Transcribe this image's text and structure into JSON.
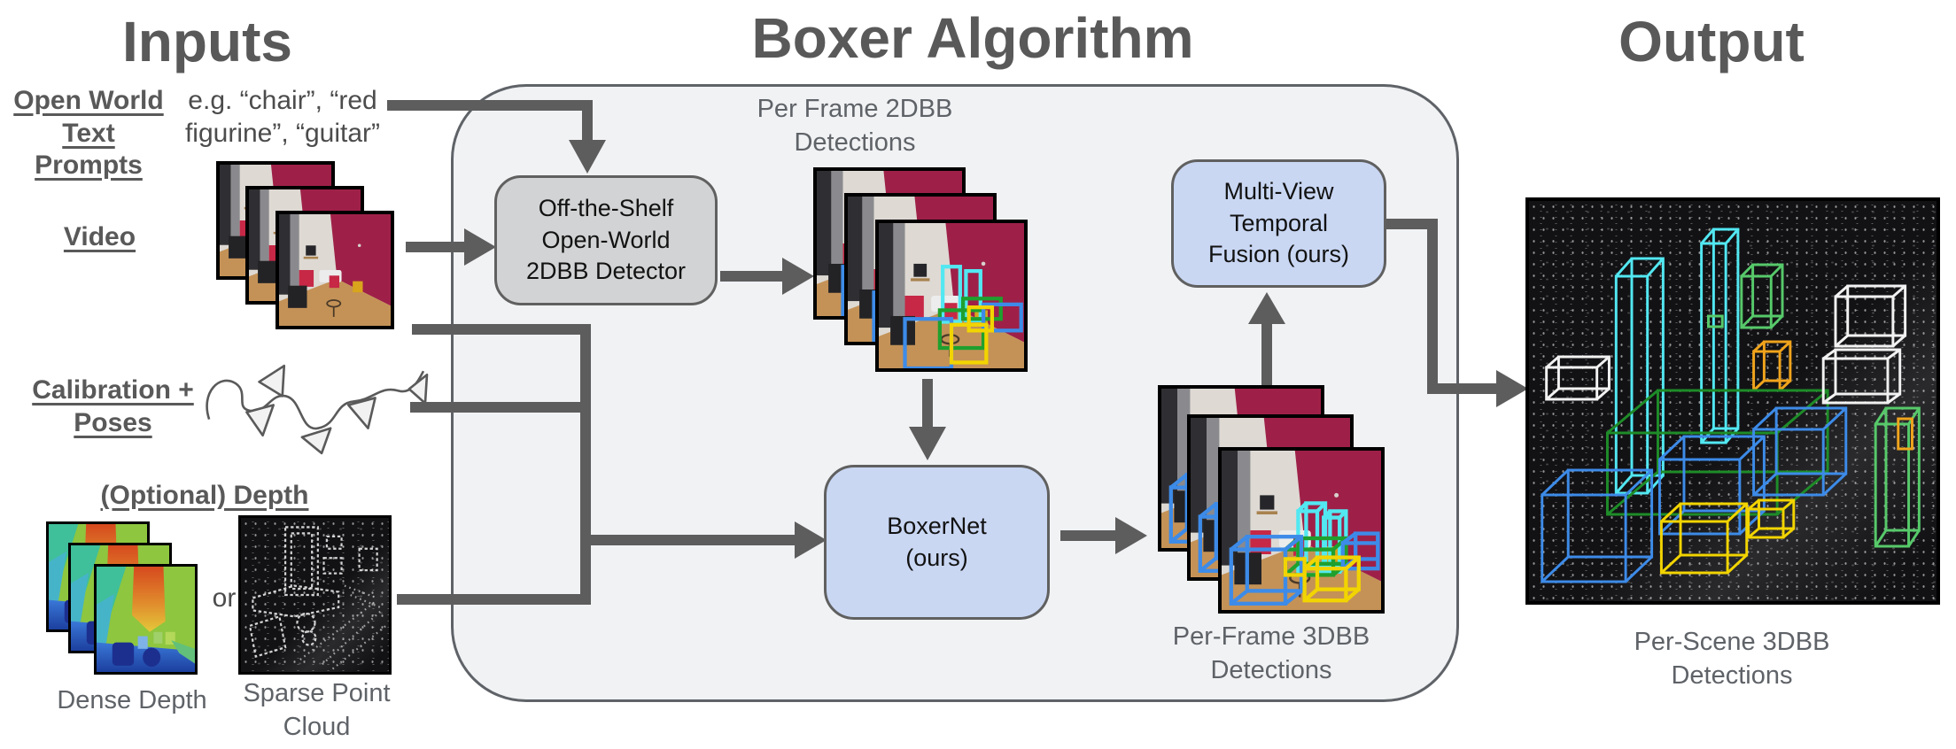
{
  "headings": {
    "inputs": "Inputs",
    "algorithm": "Boxer Algorithm",
    "output": "Output"
  },
  "inputs": {
    "text_prompts": {
      "label_line1": "Open World",
      "label_line2": "Text Prompts",
      "example_line1": "e.g. “chair”, “red",
      "example_line2": "figurine”, “guitar”"
    },
    "video": {
      "label": "Video"
    },
    "calibration": {
      "label_line1": "Calibration +",
      "label_line2": "Poses"
    },
    "depth": {
      "label": "(Optional) Depth",
      "dense_caption": "Dense Depth",
      "or_text": "or",
      "sparse_caption_line1": "Sparse Point",
      "sparse_caption_line2": "Cloud"
    }
  },
  "algorithm": {
    "detector_box": {
      "line1": "Off-the-Shelf",
      "line2": "Open-World",
      "line3": "2DBB Detector"
    },
    "caption_2dbb": {
      "line1": "Per Frame 2DBB",
      "line2": "Detections"
    },
    "fusion_box": {
      "line1": "Multi-View",
      "line2": "Temporal",
      "line3": "Fusion (ours)"
    },
    "boxernet_box": {
      "line1": "BoxerNet",
      "line2": "(ours)"
    },
    "caption_3dbb": {
      "line1": "Per-Frame 3DBB",
      "line2": "Detections"
    }
  },
  "output": {
    "caption": {
      "line1": "Per-Scene 3DBB",
      "line2": "Detections"
    }
  },
  "colors": {
    "heading_text": "#595959",
    "caption_text": "#5f6368",
    "container_fill": "#f1f2f4",
    "container_border": "#5f6368",
    "detector_box_fill": "#d2d3d4",
    "blue_box_fill": "#c9d7f3",
    "box_border": "#606060",
    "arrow": "#5d5d5d",
    "detection_cyan": "#52e8f2",
    "detection_blue": "#3d8be8",
    "detection_green": "#1fa02e",
    "detection_yellow": "#f2d400",
    "detection_orange": "#f0a41c",
    "detection_white": "#f2f2f2"
  },
  "icons": {
    "camera_trajectory": "camera-frusta-trajectory-sketch"
  }
}
